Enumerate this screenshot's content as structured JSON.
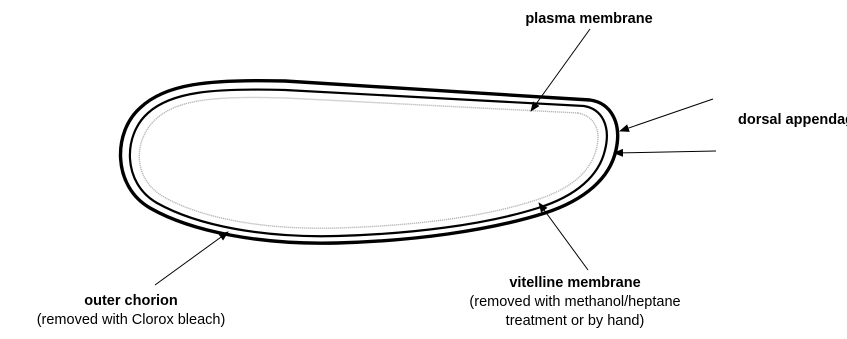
{
  "labels": {
    "plasma_membrane": "plasma membrane",
    "dorsal_appendage": "dorsal appendage",
    "outer_chorion": "outer chorion",
    "outer_chorion_note": "(removed with Clorox bleach)",
    "vitelline_membrane": "vitelline membrane",
    "vitelline_note_1": "(removed with methanol/heptane",
    "vitelline_note_2": "treatment or by hand)"
  },
  "colors": {
    "line": "#000000",
    "plasma_membrane": "#b4b4b4"
  }
}
